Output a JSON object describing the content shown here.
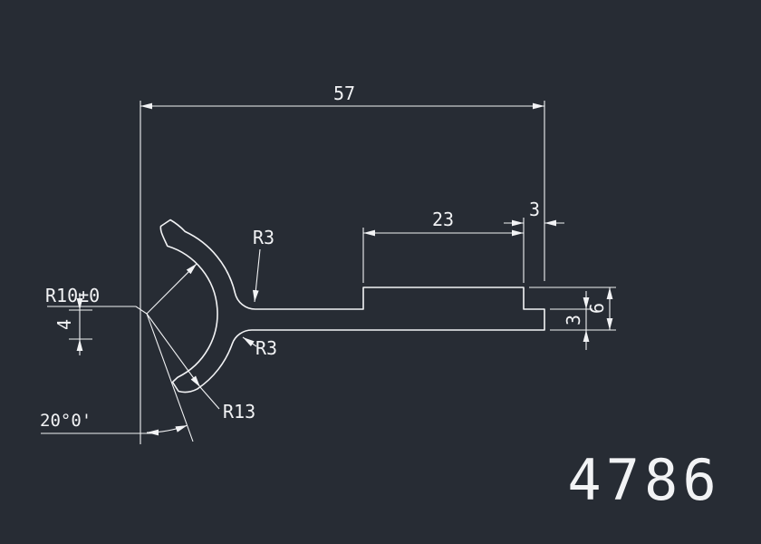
{
  "colors": {
    "background": "#272c34",
    "line": "#f2f3f5",
    "title": "#dfe2e6"
  },
  "labels": {
    "dim_overall_width": "57",
    "dim_pad_length": "23",
    "dim_top_right": "3",
    "dim_right_height": "6",
    "dim_right_thickness": "3",
    "dim_left_offset": "4",
    "callout_inner_radius": "R10±0",
    "callout_fillet_top": "R3",
    "callout_fillet_bottom": "R3",
    "callout_outer_radius": "R13",
    "dim_angle": "20°0'",
    "part_number": "4786"
  }
}
